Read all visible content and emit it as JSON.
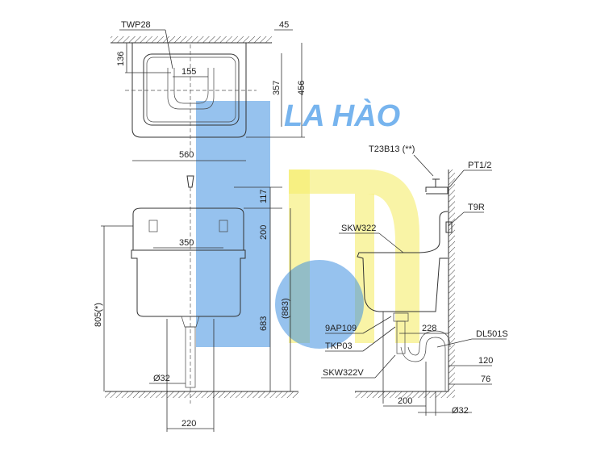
{
  "logo": {
    "text": "LA HÀO",
    "color_blue": "#3f8fe0",
    "color_yellow": "#f5ec6a"
  },
  "top_view": {
    "label_faucet": "TWP28",
    "dim_wall": "45",
    "dim_depth_tap": "136",
    "dim_tap_spacing": "155",
    "dim_bowl": "357",
    "dim_total_depth": "456",
    "dim_width": "560"
  },
  "front_view": {
    "dim_top": "117",
    "dim_bracket": "200",
    "dim_bracket_spacing": "350",
    "dim_total_height": "805(*)",
    "dim_rim_height": "(883)",
    "dim_floor": "683",
    "dim_drain_dia": "Ø32",
    "dim_base": "220"
  },
  "side_view": {
    "label_tap": "T23B13 (**)",
    "label_thread": "PT1/2",
    "label_bracket": "T9R",
    "label_basin": "SKW322",
    "label_waste": "9AP109",
    "label_trap_part": "TKP03",
    "label_pedestal": "SKW322V",
    "dim_228": "228",
    "label_trap": "DL501S",
    "dim_120": "120",
    "dim_76": "76",
    "dim_200": "200",
    "dim_drain_dia": "Ø32"
  }
}
